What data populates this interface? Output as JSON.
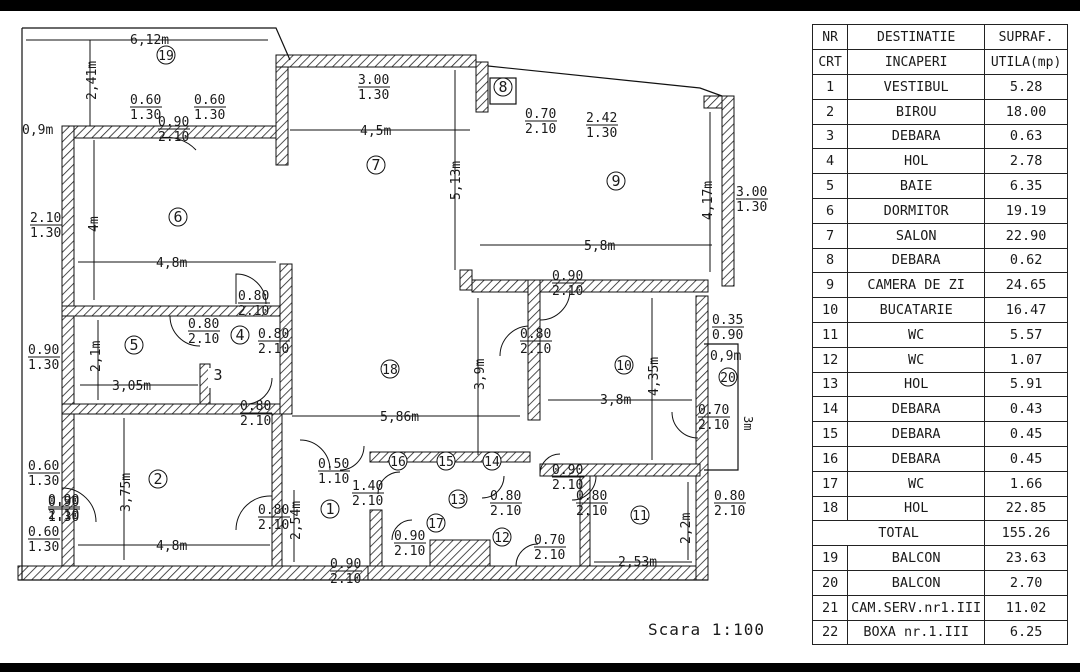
{
  "plan": {
    "dimensions": [
      "6,12m",
      "2,41m",
      "0,9m",
      "4,5m",
      "5,13m",
      "4,17m",
      "5,8m",
      "4m",
      "4,8m",
      "2,1m",
      "3,05m",
      "3,9m",
      "5,86m",
      "4,35m",
      "3,8m",
      "0,9m",
      "3m",
      "3,75m",
      "4,8m",
      "2,54m",
      "2,2m",
      "2,53m"
    ],
    "openings": [
      "0.60/1.30",
      "0.60/1.30",
      "0.90/2.10",
      "3.00/1.30",
      "0.70/2.10",
      "2.42/1.30",
      "3.00/1.30",
      "2.10/1.30",
      "0.90/1.30",
      "0.60/1.30",
      "0.60/1.30",
      "0.90/2.10",
      "0.80/2.10",
      "0.80/2.10",
      "0.80/2.10",
      "0.80/2.10",
      "0.80/2.10",
      "0.90/2.10",
      "0.35/0.90",
      "0.70/2.10",
      "0.50/1.10",
      "1.40/2.10",
      "0.80/2.10",
      "0.80/2.10",
      "0.80/2.10",
      "0.90/2.10",
      "0.90/2.10",
      "0.70/2.10",
      "0.80/2.10",
      "0.90/1.30",
      "0.90/2.10"
    ],
    "room_numbers": [
      "1",
      "2",
      "3",
      "4",
      "5",
      "6",
      "7",
      "8",
      "9",
      "10",
      "11",
      "12",
      "13",
      "14",
      "15",
      "16",
      "17",
      "18",
      "19",
      "20"
    ],
    "scale_label": "Scara 1:100"
  },
  "table": {
    "headers": {
      "nr": [
        "NR",
        "CRT"
      ],
      "dest": [
        "DESTINATIE",
        "INCAPERI"
      ],
      "supraf": [
        "SUPRAF.",
        "UTILA(mp)"
      ]
    },
    "rows": [
      {
        "nr": "1",
        "name": "VESTIBUL",
        "area": "5.28"
      },
      {
        "nr": "2",
        "name": "BIROU",
        "area": "18.00"
      },
      {
        "nr": "3",
        "name": "DEBARA",
        "area": "0.63"
      },
      {
        "nr": "4",
        "name": "HOL",
        "area": "2.78"
      },
      {
        "nr": "5",
        "name": "BAIE",
        "area": "6.35"
      },
      {
        "nr": "6",
        "name": "DORMITOR",
        "area": "19.19"
      },
      {
        "nr": "7",
        "name": "SALON",
        "area": "22.90"
      },
      {
        "nr": "8",
        "name": "DEBARA",
        "area": "0.62"
      },
      {
        "nr": "9",
        "name": "CAMERA DE ZI",
        "area": "24.65"
      },
      {
        "nr": "10",
        "name": "BUCATARIE",
        "area": "16.47"
      },
      {
        "nr": "11",
        "name": "WC",
        "area": "5.57"
      },
      {
        "nr": "12",
        "name": "WC",
        "area": "1.07"
      },
      {
        "nr": "13",
        "name": "HOL",
        "area": "5.91"
      },
      {
        "nr": "14",
        "name": "DEBARA",
        "area": "0.43"
      },
      {
        "nr": "15",
        "name": "DEBARA",
        "area": "0.45"
      },
      {
        "nr": "16",
        "name": "DEBARA",
        "area": "0.45"
      },
      {
        "nr": "17",
        "name": "WC",
        "area": "1.66"
      },
      {
        "nr": "18",
        "name": "HOL",
        "area": "22.85"
      }
    ],
    "total_label": "TOTAL",
    "total_value": "155.26",
    "extra_rows": [
      {
        "nr": "19",
        "name": "BALCON",
        "area": "23.63"
      },
      {
        "nr": "20",
        "name": "BALCON",
        "area": "2.70"
      },
      {
        "nr": "21",
        "name": "CAM.SERV.nr1.III",
        "area": "11.02"
      },
      {
        "nr": "22",
        "name": "BOXA nr.1.III",
        "area": "6.25"
      }
    ]
  }
}
